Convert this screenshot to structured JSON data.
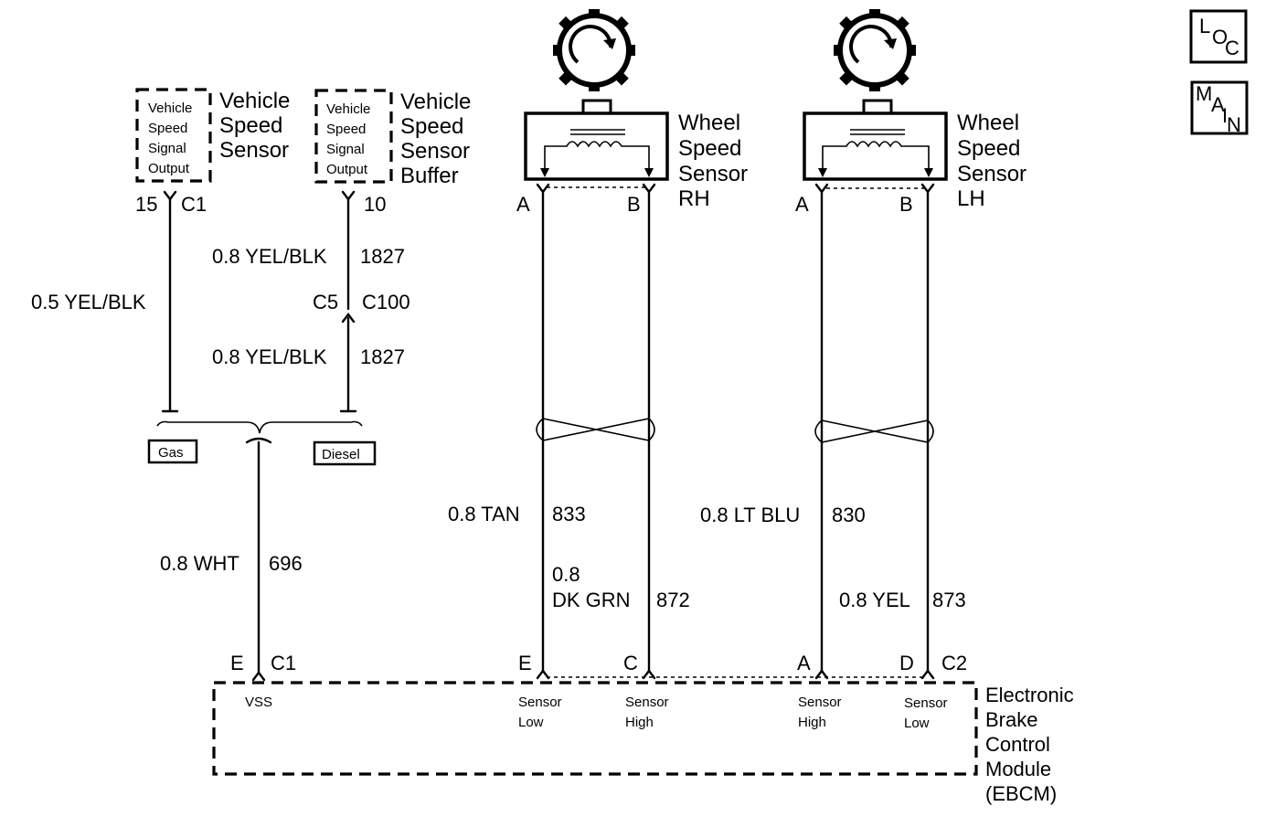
{
  "nav": {
    "loc": {
      "l": "L",
      "o": "O",
      "c": "C"
    },
    "main": {
      "m": "M",
      "a": "A",
      "i": "I",
      "n": "N"
    }
  },
  "vss": {
    "box": [
      "Vehicle",
      "Speed",
      "Signal",
      "Output"
    ],
    "title": [
      "Vehicle",
      "Speed",
      "Sensor"
    ],
    "pin": "15",
    "conn": "C1",
    "wire": "0.5 YEL/BLK"
  },
  "buffer": {
    "box": [
      "Vehicle",
      "Speed",
      "Signal",
      "Output"
    ],
    "title": [
      "Vehicle",
      "Speed",
      "Sensor",
      "Buffer"
    ],
    "pin": "10",
    "wire_top": "0.8 YEL/BLK",
    "circuit_top": "1827",
    "c5": "C5",
    "c100": "C100",
    "wire_bottom": "0.8 YEL/BLK",
    "circuit_bottom": "1827"
  },
  "options": {
    "gas": "Gas",
    "diesel": "Diesel"
  },
  "vss_wire": {
    "color": "0.8 WHT",
    "circuit": "696"
  },
  "wss_rh": {
    "title": [
      "Wheel",
      "Speed",
      "Sensor",
      "RH"
    ],
    "pin_a": "A",
    "pin_b": "B",
    "wire_a": "0.8 TAN",
    "circuit_a": "833",
    "wire_b_1": "0.8",
    "wire_b_2": "DK GRN",
    "circuit_b": "872"
  },
  "wss_lh": {
    "title": [
      "Wheel",
      "Speed",
      "Sensor",
      "LH"
    ],
    "pin_a": "A",
    "pin_b": "B",
    "wire_a": "0.8 LT BLU",
    "circuit_a": "830",
    "wire_b": "0.8 YEL",
    "circuit_b": "873"
  },
  "ebcm": {
    "title": [
      "Electronic",
      "Brake",
      "Control",
      "Module",
      "(EBCM)"
    ],
    "pins": {
      "e1": "E",
      "c1": "C1",
      "e2": "E",
      "c": "C",
      "a": "A",
      "d": "D",
      "c2": "C2"
    },
    "vss": "VSS",
    "sensor_low_1": [
      "Sensor",
      "Low"
    ],
    "sensor_high_1": [
      "Sensor",
      "High"
    ],
    "sensor_high_2": [
      "Sensor",
      "High"
    ],
    "sensor_low_2": [
      "Sensor",
      "Low"
    ]
  }
}
